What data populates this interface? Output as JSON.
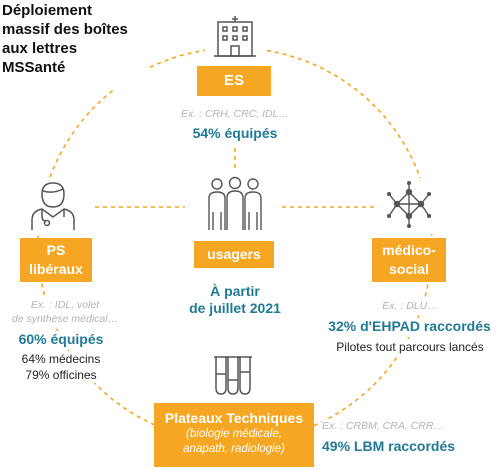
{
  "title": [
    "Déploiement",
    "massif des boîtes",
    "aux lettres",
    "MSSanté"
  ],
  "colors": {
    "accent": "#f5a623",
    "stat": "#1f7a95",
    "example": "#b3b3b3",
    "dash": "#f5a623"
  },
  "nodes": {
    "es": {
      "label": [
        "ES"
      ],
      "example": "Ex. : CRH, CRC, IDL…",
      "stat": "54% équipés",
      "icon": "hospital-icon"
    },
    "usagers": {
      "label": [
        "usagers"
      ],
      "date": [
        "À partir",
        "de juillet 2021"
      ],
      "icon": "people-icon"
    },
    "ps": {
      "label": [
        "PS",
        "libéraux"
      ],
      "example": [
        "Ex. : IDL, volet",
        "de synthèse médical…"
      ],
      "stat": "60% équipés",
      "details": [
        "64% médecins",
        "79% officines"
      ],
      "icon": "doctor-icon"
    },
    "medico": {
      "label": [
        "médico-",
        "social"
      ],
      "example": "Ex. : DLU…",
      "stat": "32% d'EHPAD raccordés",
      "detail": "Pilotes tout parcours lancés",
      "icon": "network-icon"
    },
    "plateaux": {
      "label": [
        "Plateaux Techniques"
      ],
      "label_sub": [
        "(biologie médicale,",
        "anapath, radiologie)"
      ],
      "example": "Ex. : CRBM, CRA, CRR…",
      "stat": "49% LBM raccordés",
      "icon": "test-tubes-icon"
    }
  }
}
